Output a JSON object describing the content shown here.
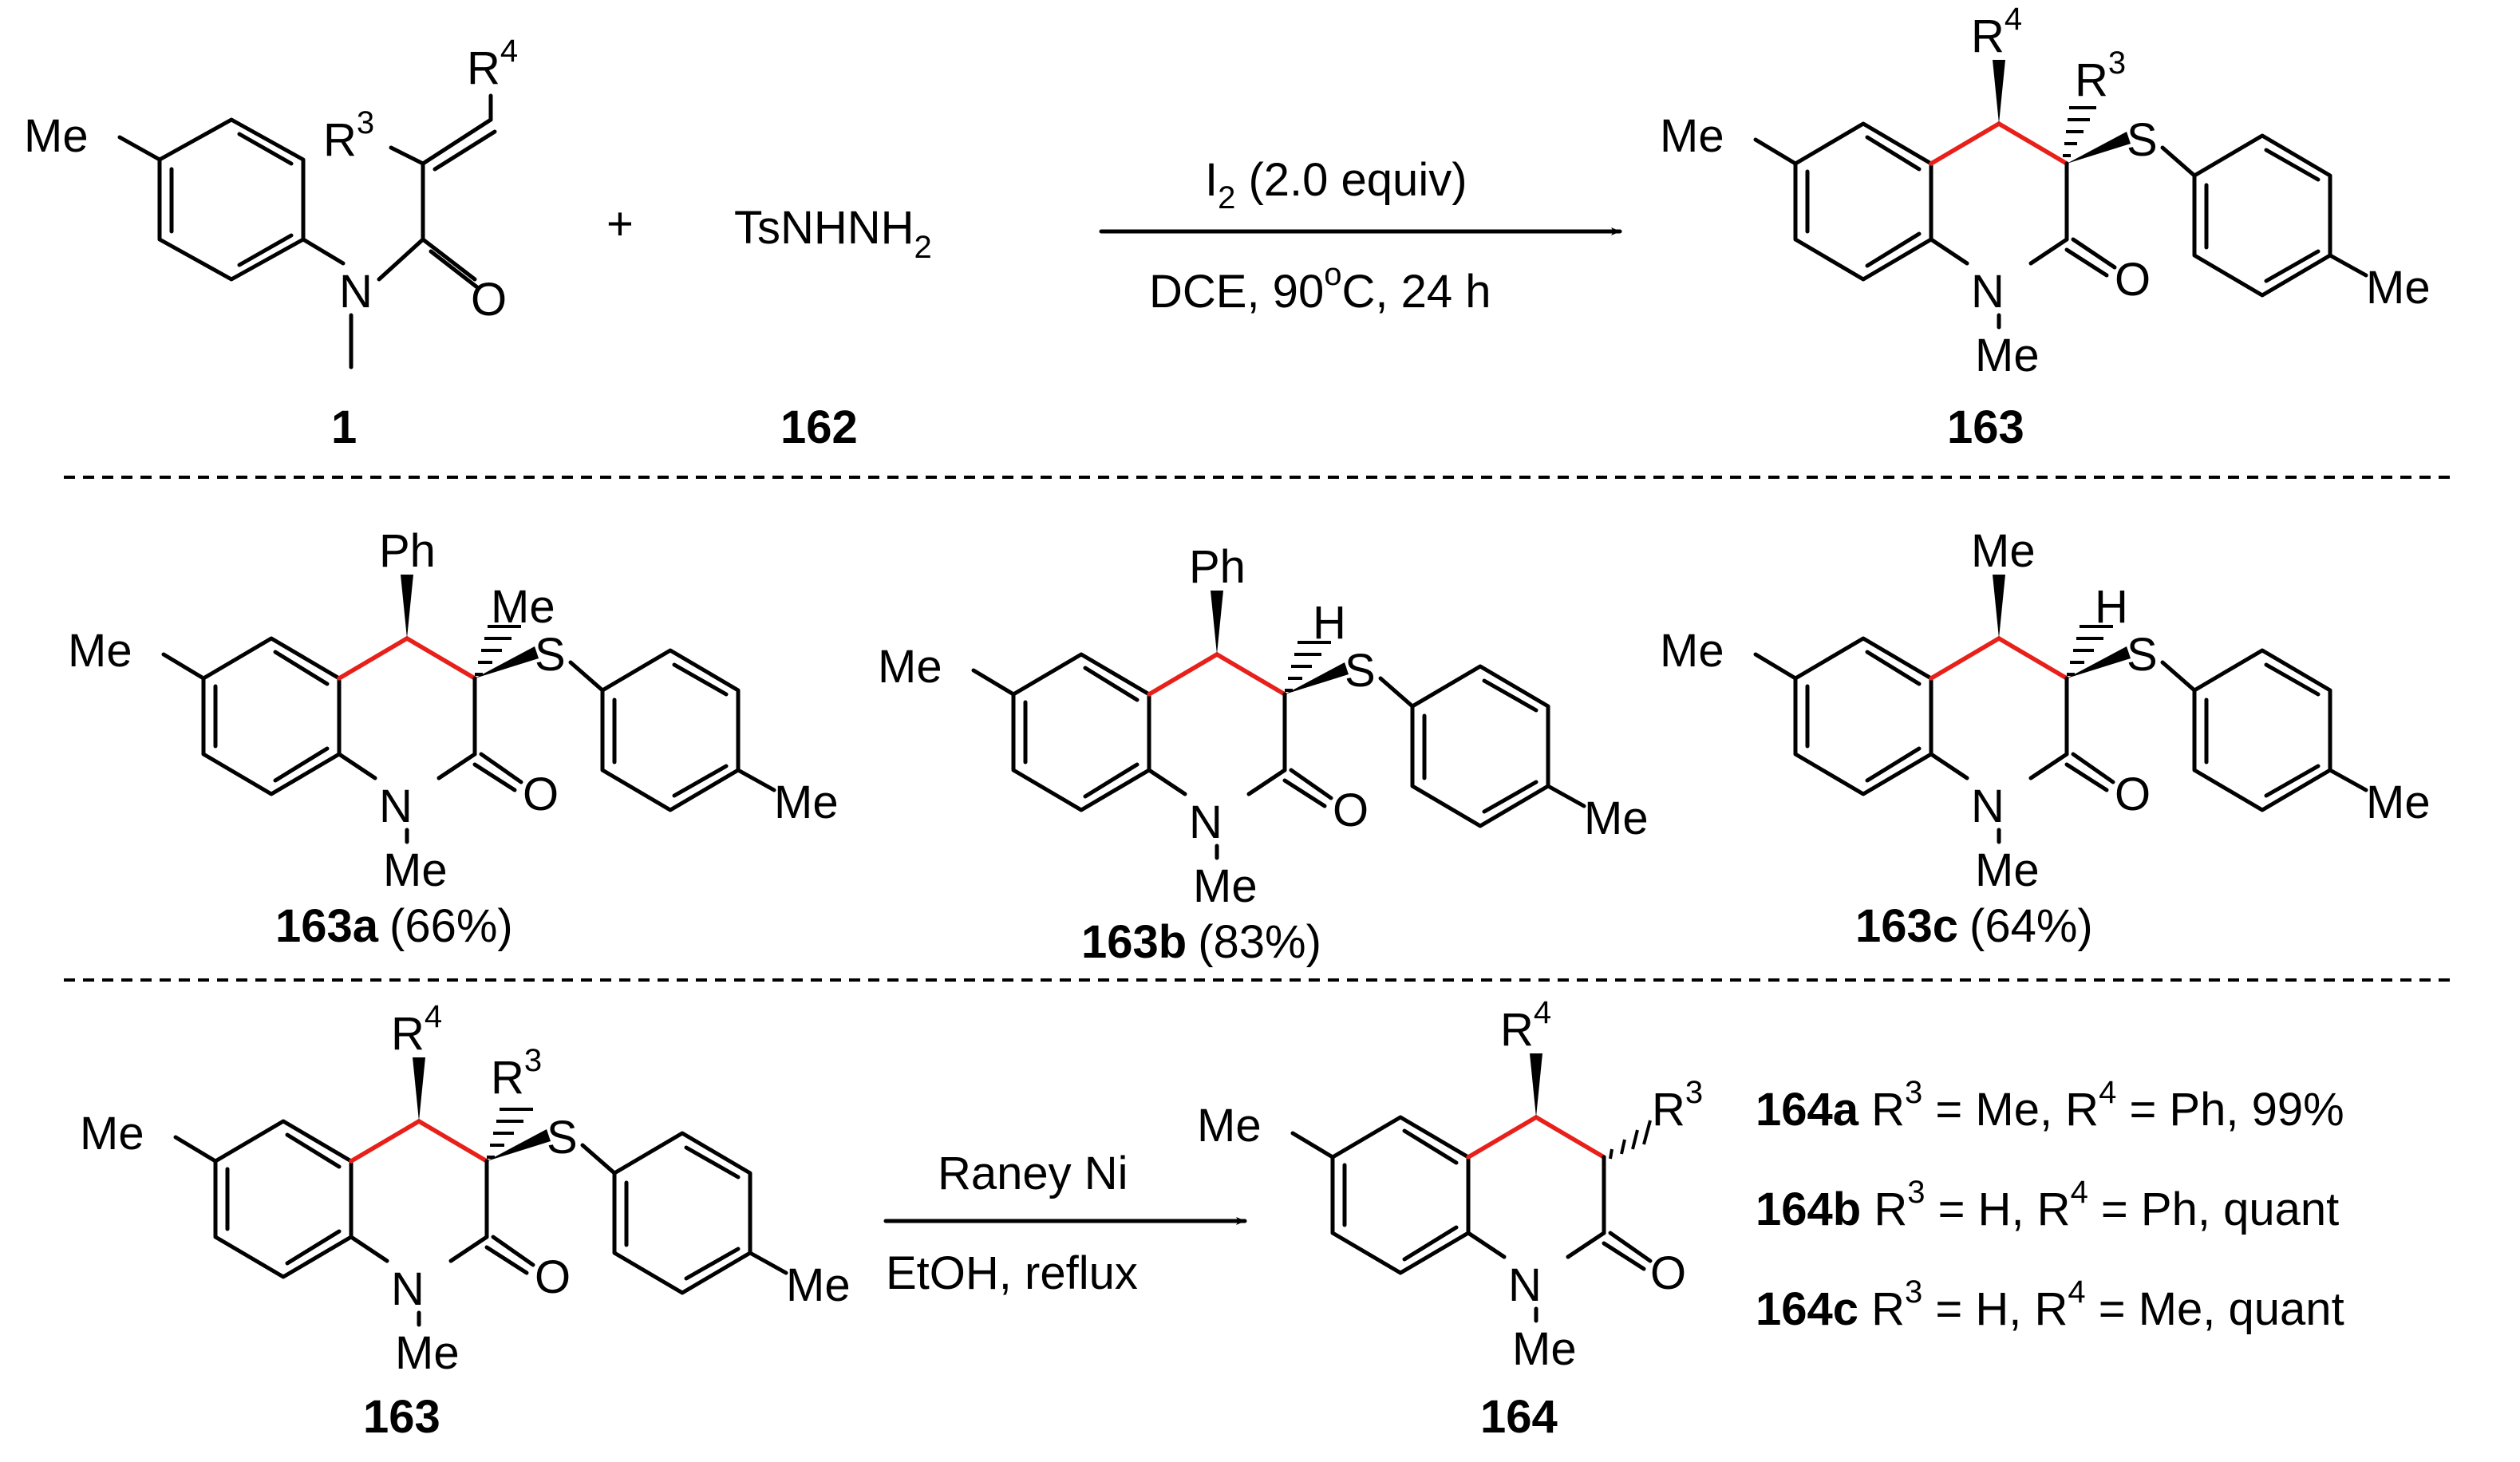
{
  "top_scheme": {
    "reagent_1": {
      "label": "1",
      "r3": "R",
      "r3_sup": "3",
      "r4": "R",
      "r4_sup": "4",
      "me": "Me",
      "n": "N",
      "o": "O"
    },
    "plus": "+",
    "reagent_162": {
      "text": "TsNHNH",
      "sub": "2",
      "label": "162"
    },
    "conditions_top": {
      "i": "I",
      "i_sub": "2",
      "rest": " (2.0 equiv)"
    },
    "conditions_bottom": {
      "pre": "DCE,  90",
      "sup": "o",
      "post": "C, 24 h"
    },
    "product": {
      "label": "163",
      "r4": "R",
      "r4_sup": "4",
      "r3": "R",
      "r3_sup": "3",
      "s": "S",
      "me_left": "Me",
      "me_right": "Me",
      "me_n": "Me",
      "n": "N",
      "o": "O"
    }
  },
  "examples": [
    {
      "id": "163a",
      "yield": "(66%)",
      "sub4": "Ph",
      "sub3": "Me",
      "s": "S",
      "me_left": "Me",
      "me_right": "Me",
      "me_n": "Me",
      "n": "N",
      "o": "O"
    },
    {
      "id": "163b",
      "yield": "(83%)",
      "sub4": "Ph",
      "sub3": "H",
      "s": "S",
      "me_left": "Me",
      "me_right": "Me",
      "me_n": "Me",
      "n": "N",
      "o": "O"
    },
    {
      "id": "163c",
      "yield": "(64%)",
      "sub4": "Me",
      "sub3": "H",
      "s": "S",
      "me_left": "Me",
      "me_right": "Me",
      "me_n": "Me",
      "n": "N",
      "o": "O"
    }
  ],
  "bottom_scheme": {
    "start": {
      "label": "163",
      "r4": "R",
      "r4_sup": "4",
      "r3": "R",
      "r3_sup": "3",
      "s": "S",
      "me_left": "Me",
      "me_right": "Me",
      "me_n": "Me",
      "n": "N",
      "o": "O"
    },
    "conditions_top": "Raney Ni",
    "conditions_bottom": "EtOH,  reflux",
    "product": {
      "label": "164",
      "r4": "R",
      "r4_sup": "4",
      "r3": "R",
      "r3_sup": "3",
      "me_left": "Me",
      "me_n": "Me",
      "n": "N",
      "o": "O"
    },
    "results": [
      {
        "id": "164a",
        "r3pre": " R",
        "r3sup": "3",
        "r3val": " = Me, R",
        "r4sup": "4",
        "r4val": " = Ph, 99%"
      },
      {
        "id": "164b",
        "r3pre": " R",
        "r3sup": "3",
        "r3val": " = H,   R",
        "r4sup": "4",
        "r4val": " = Ph, quant"
      },
      {
        "id": "164c",
        "r3pre": " R",
        "r3sup": "3",
        "r3val": " = H,   R",
        "r4sup": "4",
        "r4val": " = Me, quant"
      }
    ]
  },
  "colors": {
    "new_bond": "#e8201a",
    "ink": "#000000"
  }
}
